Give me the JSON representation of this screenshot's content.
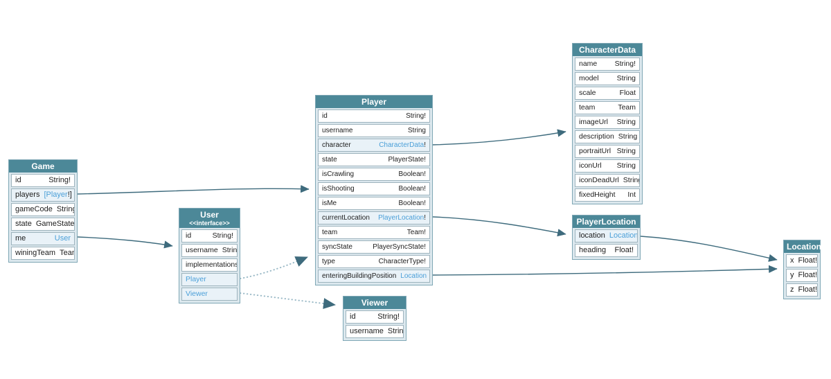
{
  "colors": {
    "header_bg": "#4c8898",
    "header_text": "#ffffff",
    "table_bg": "#dce8ee",
    "table_border": "#7fa7b5",
    "row_bg": "#ffffff",
    "row_link_bg": "#e9f2f8",
    "row_border": "#9db3bd",
    "text": "#1c1c1c",
    "link_text": "#4a9fd8",
    "edge_solid": "#3e6b7d",
    "edge_dotted": "#9bbac7"
  },
  "tables": {
    "game": {
      "title": "Game",
      "stereotype": "",
      "rows": [
        {
          "field": "id",
          "t2": "String!"
        },
        {
          "field": "players",
          "t1": "[Player",
          "t2": "!]",
          "link": true
        },
        {
          "field": "gameCode",
          "t2": "String!"
        },
        {
          "field": "state",
          "t2": "GameState!"
        },
        {
          "field": "me",
          "t1": "User",
          "t2": "",
          "link": true
        },
        {
          "field": "winingTeam",
          "t2": "Team"
        }
      ]
    },
    "user": {
      "title": "User",
      "stereotype": "<<interface>>",
      "rows": [
        {
          "field": "id",
          "t2": "String!"
        },
        {
          "field": "username",
          "t2": "String"
        },
        {
          "label": "implementations",
          "kind": "label"
        },
        {
          "label": "Player",
          "kind": "impl",
          "link": true
        },
        {
          "label": "Viewer",
          "kind": "impl",
          "link": true
        }
      ]
    },
    "player": {
      "title": "Player",
      "stereotype": "",
      "rows": [
        {
          "field": "id",
          "t2": "String!"
        },
        {
          "field": "username",
          "t2": "String"
        },
        {
          "field": "character",
          "t1": "CharacterData",
          "t2": "!",
          "link": true
        },
        {
          "field": "state",
          "t2": "PlayerState!"
        },
        {
          "field": "isCrawling",
          "t2": "Boolean!"
        },
        {
          "field": "isShooting",
          "t2": "Boolean!"
        },
        {
          "field": "isMe",
          "t2": "Boolean!"
        },
        {
          "field": "currentLocation",
          "t1": "PlayerLocation",
          "t2": "!",
          "link": true
        },
        {
          "field": "team",
          "t2": "Team!"
        },
        {
          "field": "syncState",
          "t2": "PlayerSyncState!"
        },
        {
          "field": "type",
          "t2": "CharacterType!"
        },
        {
          "field": "enteringBuildingPosition",
          "t1": "Location",
          "t2": "",
          "link": true
        }
      ]
    },
    "characterdata": {
      "title": "CharacterData",
      "stereotype": "",
      "rows": [
        {
          "field": "name",
          "t2": "String!"
        },
        {
          "field": "model",
          "t2": "String"
        },
        {
          "field": "scale",
          "t2": "Float"
        },
        {
          "field": "team",
          "t2": "Team"
        },
        {
          "field": "imageUrl",
          "t2": "String"
        },
        {
          "field": "description",
          "t2": "String"
        },
        {
          "field": "portraitUrl",
          "t2": "String"
        },
        {
          "field": "iconUrl",
          "t2": "String"
        },
        {
          "field": "iconDeadUrl",
          "t2": "String"
        },
        {
          "field": "fixedHeight",
          "t2": "Int"
        }
      ]
    },
    "playerlocation": {
      "title": "PlayerLocation",
      "stereotype": "",
      "rows": [
        {
          "field": "location",
          "t1": "Location",
          "t2": "!",
          "link": true
        },
        {
          "field": "heading",
          "t2": "Float!"
        }
      ]
    },
    "location": {
      "title": "Location",
      "stereotype": "",
      "rows": [
        {
          "field": "x",
          "t2": "Float!"
        },
        {
          "field": "y",
          "t2": "Float!"
        },
        {
          "field": "z",
          "t2": "Float!"
        }
      ]
    },
    "viewer": {
      "title": "Viewer",
      "stereotype": "",
      "rows": [
        {
          "field": "id",
          "t2": "String!"
        },
        {
          "field": "username",
          "t2": "String"
        }
      ]
    }
  },
  "edges": [
    {
      "from": "Game.players",
      "to": "Player",
      "style": "solid"
    },
    {
      "from": "Game.me",
      "to": "User",
      "style": "solid"
    },
    {
      "from": "Player.character",
      "to": "CharacterData",
      "style": "solid"
    },
    {
      "from": "Player.currentLocation",
      "to": "PlayerLocation",
      "style": "solid"
    },
    {
      "from": "Player.enteringBuildingPosition",
      "to": "Location",
      "style": "solid"
    },
    {
      "from": "PlayerLocation.location",
      "to": "Location",
      "style": "solid"
    },
    {
      "from": "User",
      "to": "Player",
      "style": "dotted"
    },
    {
      "from": "User",
      "to": "Viewer",
      "style": "dotted"
    }
  ]
}
